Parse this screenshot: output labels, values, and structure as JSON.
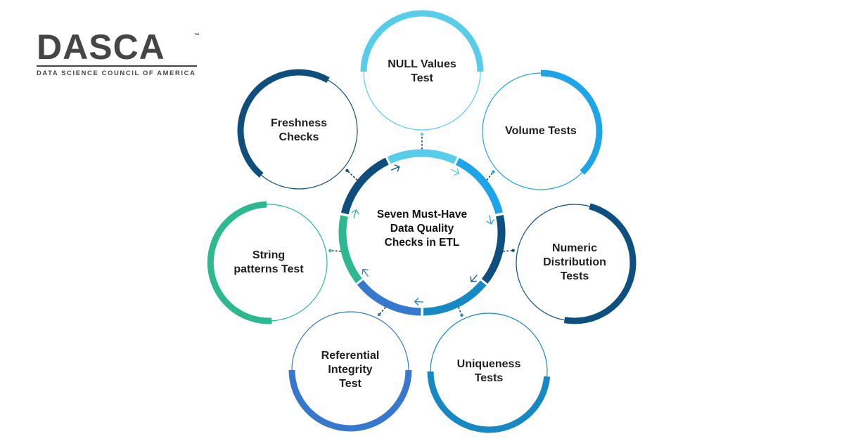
{
  "logo": {
    "wordmark": "DASCA",
    "trademark": "™",
    "tagline": "DATA SCIENCE COUNCIL OF AMERICA"
  },
  "center": {
    "title": "Seven Must-Have\nData Quality\nChecks in ETL"
  },
  "nodes": [
    {
      "id": "null-values-test",
      "label": "NULL Values\nTest",
      "color": "#57cde9"
    },
    {
      "id": "volume-tests",
      "label": "Volume Tests",
      "color": "#1ea4e8"
    },
    {
      "id": "numeric-distribution-tests",
      "label": "Numeric\nDistribution\nTests",
      "color": "#0d507f"
    },
    {
      "id": "uniqueness-tests",
      "label": "Uniqueness\nTests",
      "color": "#1688c4"
    },
    {
      "id": "referential-integrity-test",
      "label": "Referential\nIntegrity\nTest",
      "color": "#3578cd"
    },
    {
      "id": "string-patterns-test",
      "label": "String\npatterns Test",
      "color": "#2db890"
    },
    {
      "id": "freshness-checks",
      "label": "Freshness\nChecks",
      "color": "#0e4e7d"
    }
  ]
}
